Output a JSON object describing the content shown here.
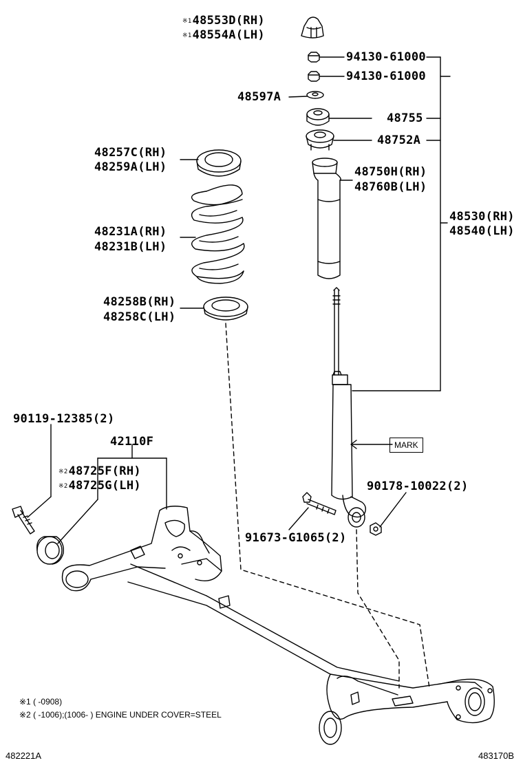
{
  "labels": {
    "p48553d": {
      "mark": "※1",
      "text": "48553D(RH)"
    },
    "p48554a": {
      "mark": "※1",
      "text": "48554A(LH)"
    },
    "p94130a": "94130-61000",
    "p94130b": "94130-61000",
    "p48597a": "48597A",
    "p48755": "48755",
    "p48752a": "48752A",
    "p48257c": "48257C(RH)",
    "p48259a": "48259A(LH)",
    "p48750h": "48750H(RH)",
    "p48760b": "48760B(LH)",
    "p48530": "48530(RH)",
    "p48540": "48540(LH)",
    "p48231a": "48231A(RH)",
    "p48231b": "48231B(LH)",
    "p48258b": "48258B(RH)",
    "p48258c": "48258C(LH)",
    "p90119": "90119-12385(2)",
    "p42110f": "42110F",
    "p48725f": {
      "mark": "※2",
      "text": "48725F(RH)"
    },
    "p48725g": {
      "mark": "※2",
      "text": "48725G(LH)"
    },
    "p90178": "90178-10022(2)",
    "p91673": "91673-G1065(2)",
    "mark_box": "MARK"
  },
  "notes": {
    "note1_mark": "※1",
    "note1_text": "(      -0908)",
    "note2_mark": "※2",
    "note2_text": "(      -1006);(1006-      ) ENGINE UNDER COVER=STEEL"
  },
  "corners": {
    "bottom_left": "482221A",
    "bottom_right": "483170B"
  }
}
